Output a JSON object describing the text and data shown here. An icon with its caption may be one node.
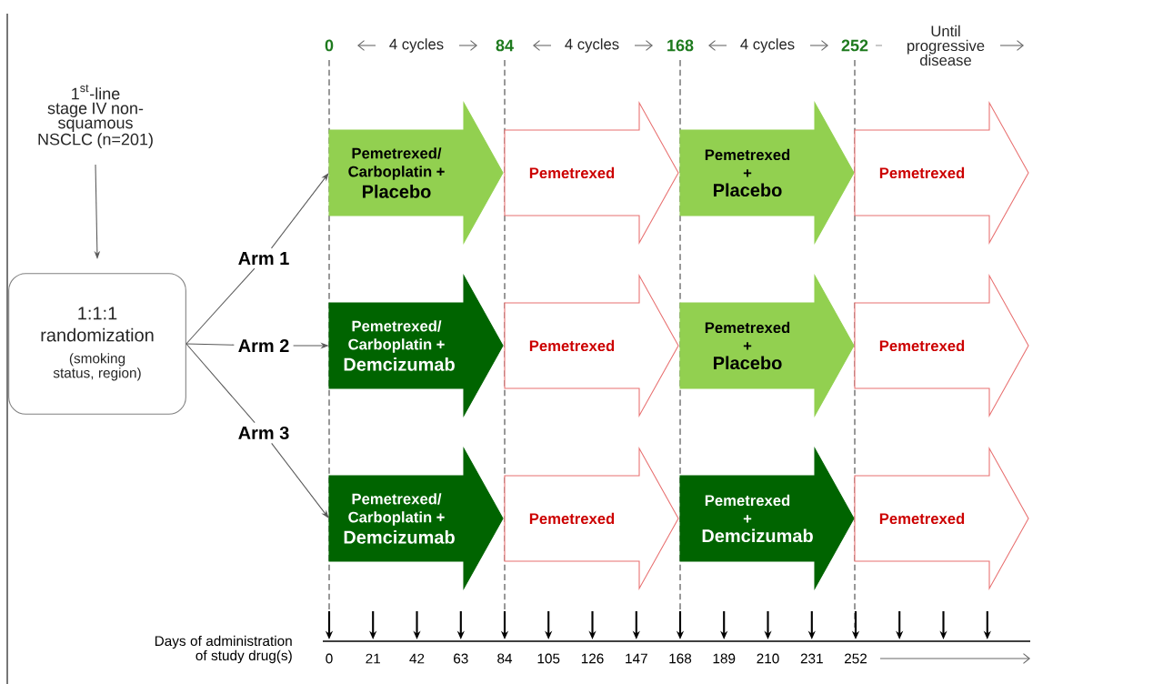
{
  "diagram": {
    "nodes": [
      {
        "text": [
          "\\text{1}^{\\text{st}}\\text{-line}",
          "stage IV non-squamous NSCLC (n=201)"
        ]
      },
      {
        "text": [
          "1:1:1 randomization",
          "(smoking status, region)"
        ]
      },
      {
        "text": [
          "Arm 1"
        ]
      },
      {
        "text": [
          "Arm 2"
        ]
      },
      {
        "text": [
          "Arm 3"
        ]
      },
      {
        "text": [
          "Pemetrexed/ Carboplatin +",
          "Placebo"
        ]
      },
      {
        "text": [
          "Pemetrexed"
        ]
      },
      {
        "text": [
          "Pemetrexed +",
          "Placebo"
        ]
      },
      {
        "text": [
          "Pemetrexed"
        ]
      },
      {
        "text": [
          "Pemetrexed/ Carboplatin +",
          "Demcizumab"
        ]
      },
      {
        "text": [
          "Pemetrexed"
        ]
      },
      {
        "text": [
          "Pemetrexed +",
          "Placebo"
        ]
      },
      {
        "text": [
          "Pemetrexed"
        ]
      },
      {
        "text": [
          "Pemetrexed/ Carboplatin +",
          "Demcizumab"
        ]
      },
      {
        "text": [
          "Pemetrexed"
        ]
      },
      {
        "text": [
          "Pemetrexed +",
          "Demcizumab"
        ]
      },
      {
        "text": [
          "Pemetrexed"
        ]
      }
    ],
    "edges": [
      {
        "from": 0,
        "to": 1,
        "arrow": "to"
      },
      {
        "from": 1,
        "to": 2,
        "arrow": "none"
      },
      {
        "from": 1,
        "to": 3,
        "arrow": "none"
      },
      {
        "from": 1,
        "to": 4,
        "arrow": "none"
      },
      {
        "from": 2,
        "to": 5,
        "arrow": "to"
      },
      {
        "from": 3,
        "to": 9,
        "arrow": "to"
      },
      {
        "from": 4,
        "to": 13,
        "arrow": "to"
      }
    ],
    "labels": [
      "0",
      "4 cycles",
      "84",
      "4 cycles",
      "168",
      "4 cycles",
      "252",
      "Until progressive disease",
      "Days of administration of study drug(s)",
      "0",
      "21",
      "42",
      "63",
      "84",
      "105",
      "126",
      "147",
      "168",
      "189",
      "210",
      "231",
      "252"
    ]
  }
}
